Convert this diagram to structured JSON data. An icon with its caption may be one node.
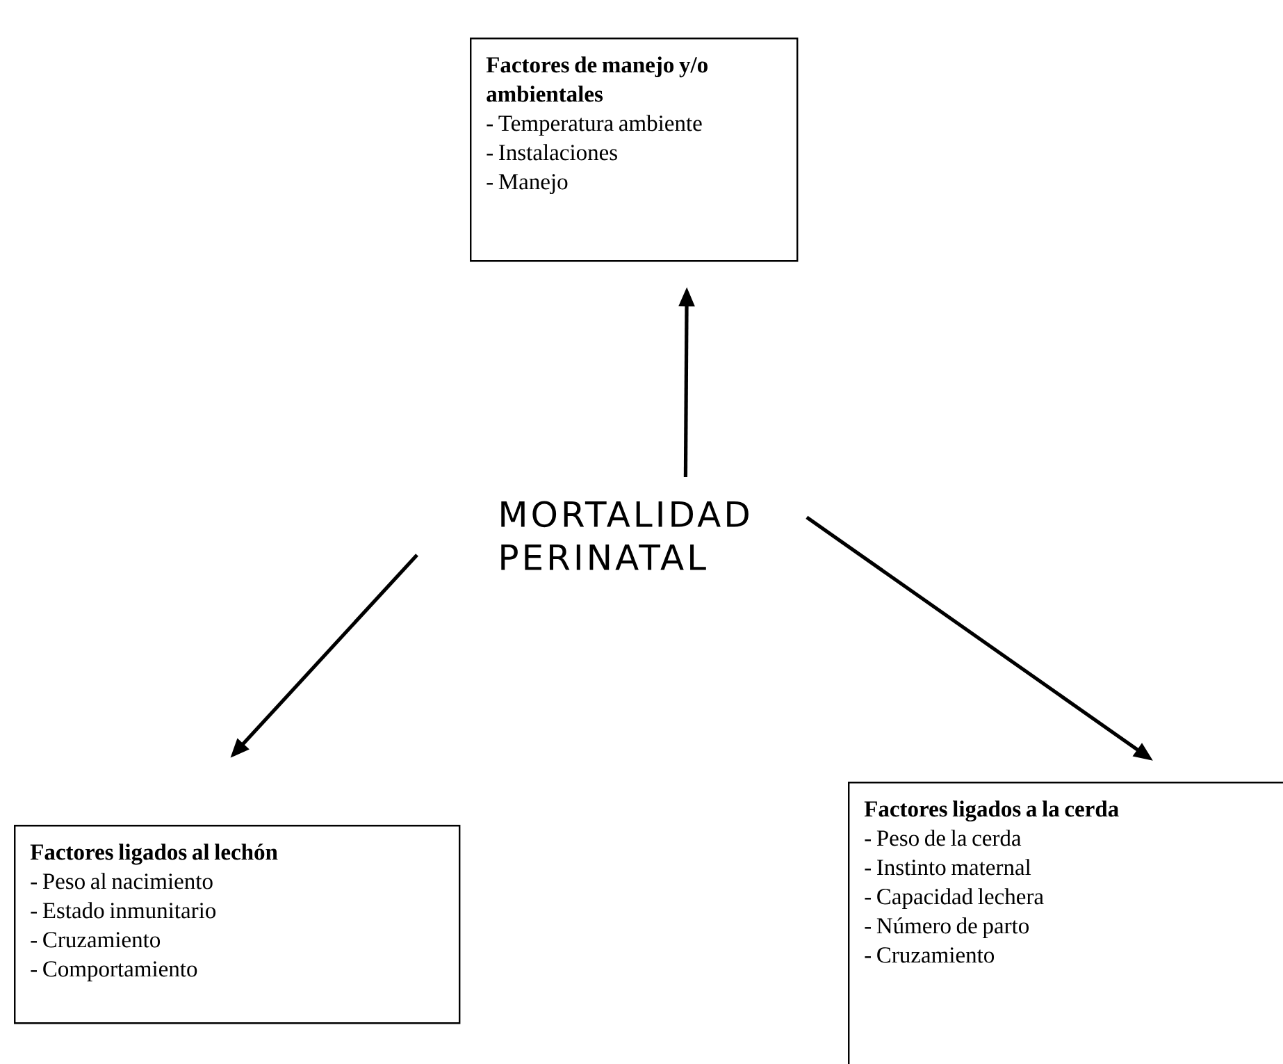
{
  "diagram": {
    "nodes": [
      {
        "text": [
          "Factores de manejo y/o ambientales",
          "- Temperatura ambiente",
          "- Instalaciones",
          "- Manejo"
        ]
      },
      {
        "text": [
          "MORTALIDAD PERINATAL"
        ]
      },
      {
        "text": [
          "Factores ligados al lechón",
          "- Peso al nacimiento",
          "- Estado inmunitario",
          "- Cruzamiento",
          "- Comportamiento"
        ]
      },
      {
        "text": [
          "Factores ligados a la cerda",
          "- Peso de la cerda",
          "- Instinto maternal",
          "- Capacidad lechera",
          "- Número de parto",
          "- Cruzamiento"
        ]
      }
    ],
    "edges": [
      {
        "from": 1,
        "to": 0,
        "arrow": "to"
      },
      {
        "from": 1,
        "to": 2,
        "arrow": "to"
      },
      {
        "from": 1,
        "to": 3,
        "arrow": "to"
      }
    ]
  }
}
